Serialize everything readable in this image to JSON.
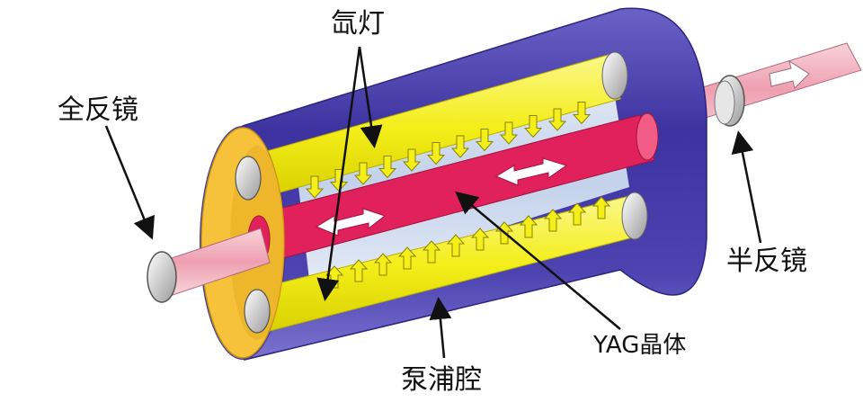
{
  "labels": {
    "xenon_lamp": "氙灯",
    "full_mirror": "全反镜",
    "half_mirror": "半反镜",
    "yag_crystal": "YAG晶体",
    "pump_cavity": "泵浦腔"
  },
  "colors": {
    "cavity_body": "#4a3fae",
    "cavity_face": "#f5c23a",
    "lamp": "#f4ee1a",
    "crystal": "#e0215c",
    "beam": "#f2b6c2",
    "inner_glow": "#d8e6f4",
    "arrow_fill": "#f4ee1a",
    "mirror": "#c8c8c8"
  },
  "icons": {
    "pump_arrow": "down-arrow",
    "beam_arrow": "double-arrow",
    "output_arrow": "right-arrow"
  }
}
